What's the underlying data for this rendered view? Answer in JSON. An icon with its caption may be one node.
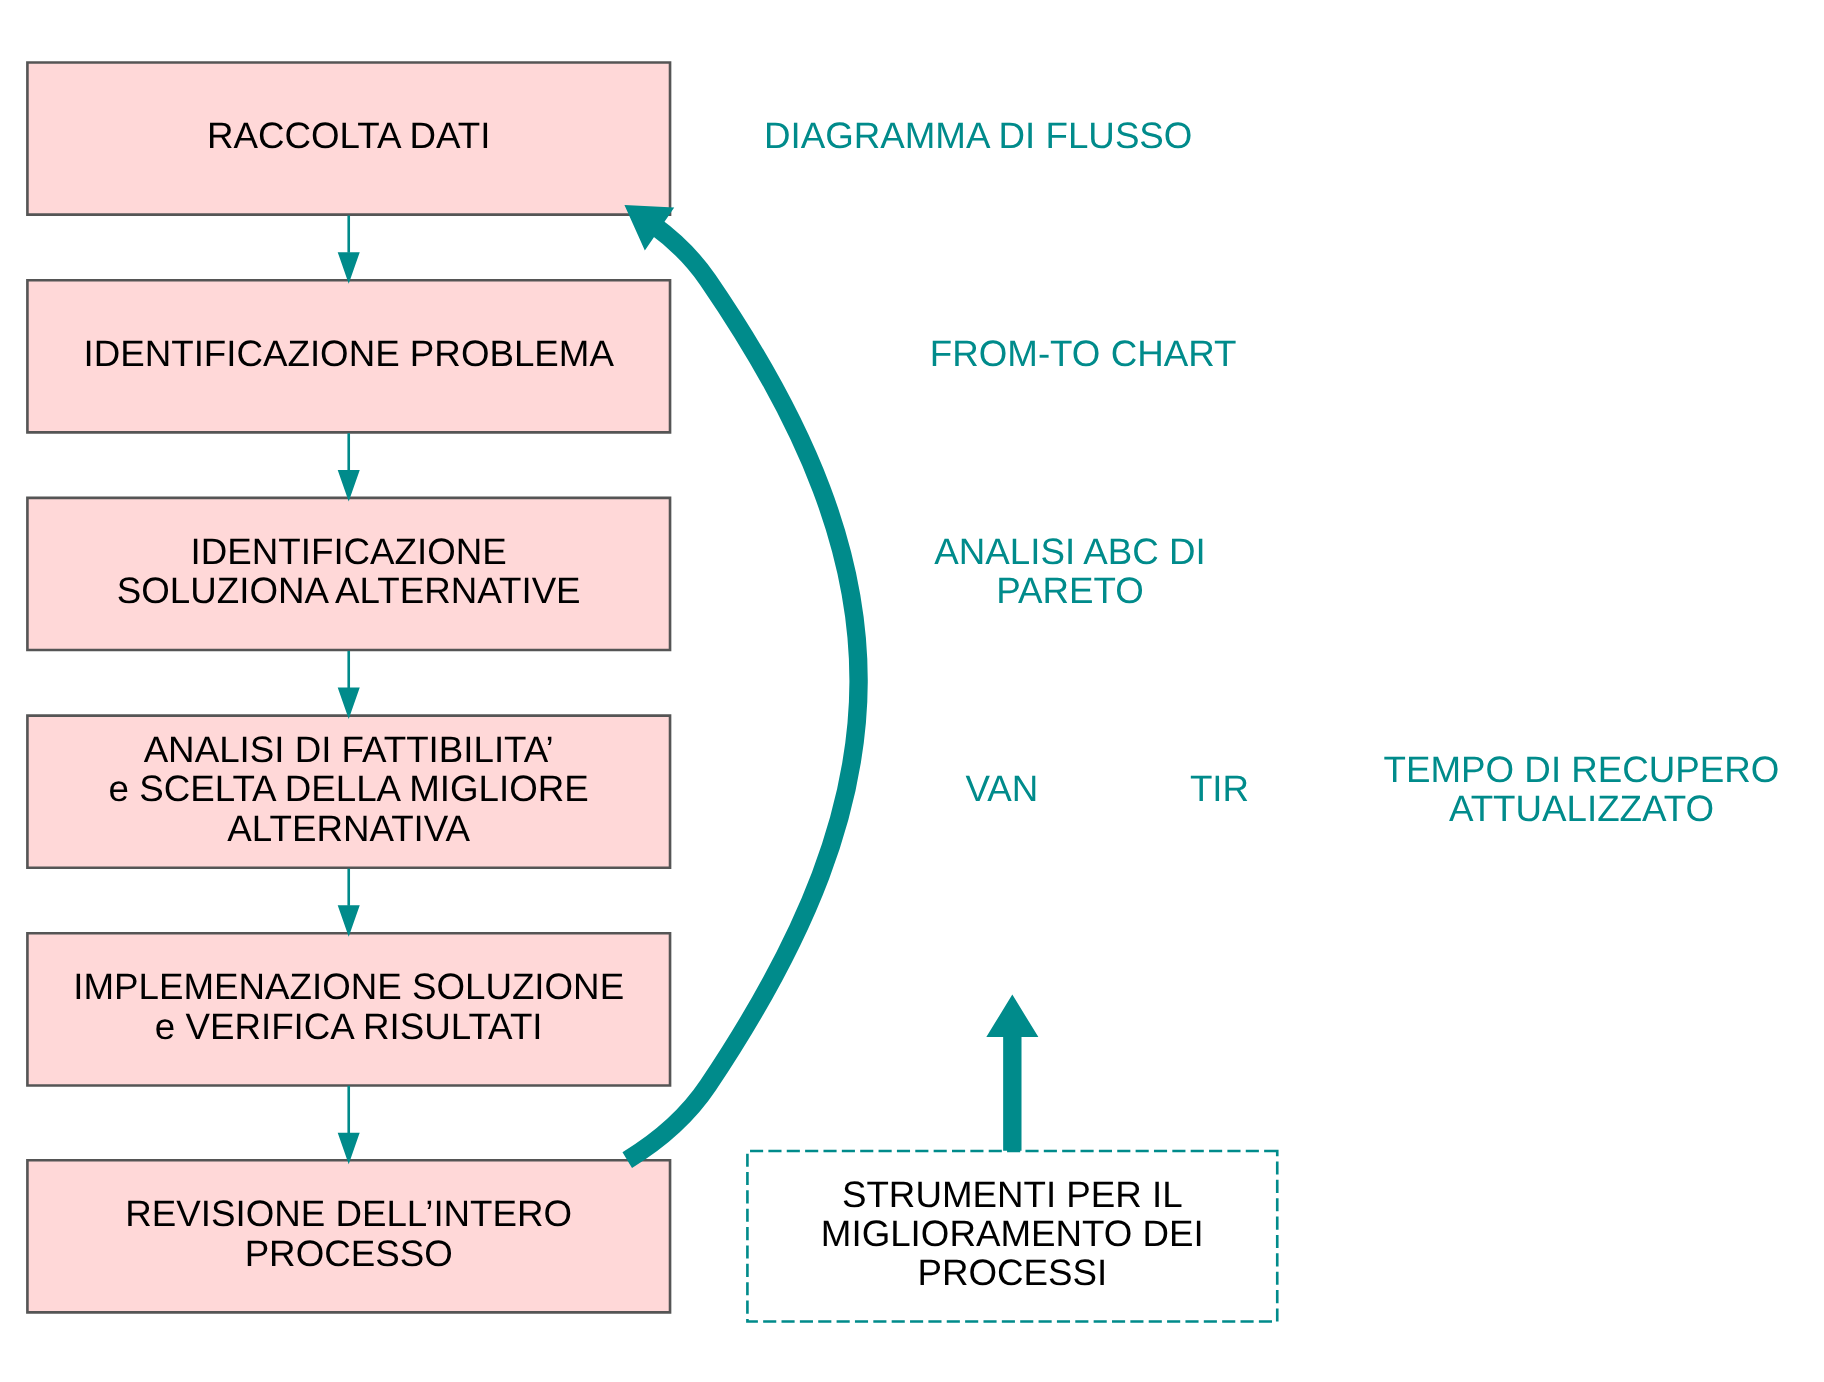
{
  "diagram": {
    "nodes": [
      {
        "text": [
          "RACCOLTA DATI"
        ]
      },
      {
        "text": [
          "IDENTIFICAZIONE PROBLEMA"
        ]
      },
      {
        "text": [
          "IDENTIFICAZIONE SOLUZIONA ALTERNATIVE"
        ]
      },
      {
        "text": [
          "ANALISI DI FATTIBILITA’ e SCELTA DELLA MIGLIORE ALTERNATIVA"
        ]
      },
      {
        "text": [
          "IMPLEMENAZIONE SOLUZIONE e VERIFICA RISULTATI"
        ]
      },
      {
        "text": [
          "REVISIONE DELL’INTERO PROCESSO"
        ]
      },
      {
        "text": [
          "STRUMENTI PER IL MIGLIORAMENTO DEI PROCESSI"
        ]
      }
    ],
    "edges": [
      {
        "from": 0,
        "to": 1,
        "arrow": "to"
      },
      {
        "from": 1,
        "to": 2,
        "arrow": "to"
      },
      {
        "from": 2,
        "to": 3,
        "arrow": "to"
      },
      {
        "from": 3,
        "to": 4,
        "arrow": "to"
      },
      {
        "from": 4,
        "to": 5,
        "arrow": "to"
      },
      {
        "from": 5,
        "to": 0,
        "arrow": "to",
        "style": "thick"
      },
      {
        "from": 6,
        "to": null,
        "arrow": "to",
        "style": "thick"
      }
    ],
    "labels": [
      "DIAGRAMMA DI FLUSSO",
      "FROM-TO CHART",
      "ANALISI ABC DI PARETO",
      "VAN",
      "TIR",
      "TEMPO DI RECUPERO ATTUALIZZATO"
    ]
  }
}
